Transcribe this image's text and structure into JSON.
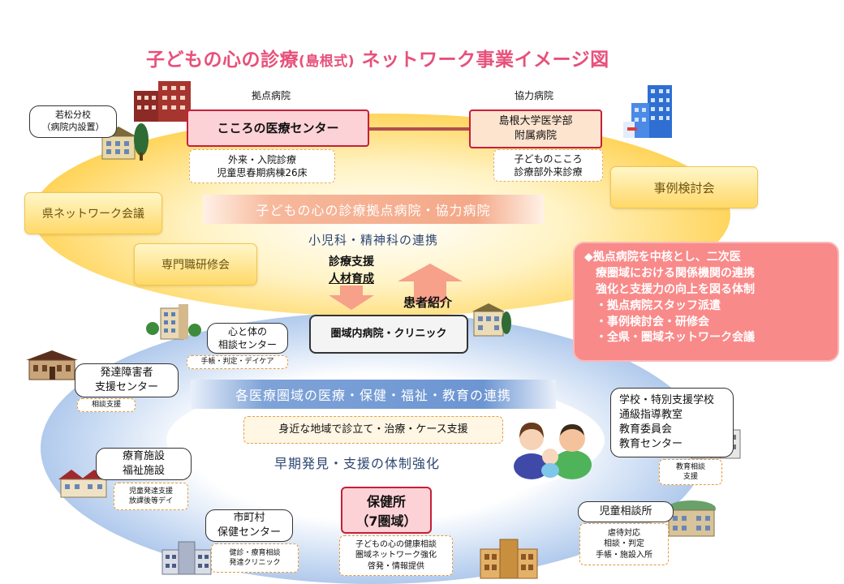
{
  "title": {
    "main": "子どもの心の診療",
    "paren": "(島根式)",
    "rest": " ネットワーク事業イメージ図"
  },
  "hospitals": {
    "base_label": "拠点病院",
    "base_name": "こころの医療センター",
    "base_services": [
      "外来・入院診療",
      "児童思春期病棟26床"
    ],
    "coop_label": "協力病院",
    "coop_name": [
      "島根大学医学部",
      "附属病院"
    ],
    "coop_services": [
      "子どものこころ",
      "診療部外来診療"
    ],
    "branch": [
      "若松分校",
      "（病院内設置）"
    ]
  },
  "meetings": {
    "pref_network": "県ネットワーク会議",
    "training": "専門職研修会",
    "case_review": "事例検討会"
  },
  "upper": {
    "banner": "子どもの心の診療拠点病院・協力病院",
    "cooperation": "小児科・精神科の連携",
    "support_line1": "診療支援",
    "support_line2": "人材育成",
    "referral": "患者紹介",
    "clinic": "圏域内病院・クリニック"
  },
  "panel": {
    "lines": [
      "◆拠点病院を中核とし、二次医",
      "　療圏域における関係機関の連携",
      "　強化と支援力の向上を図る体制",
      "　・拠点病院スタッフ派遣",
      "　・事例検討会・研修会",
      "　・全県・圏域ネットワーク会議"
    ]
  },
  "lower": {
    "banner": "各医療圏域の医療・保健・福祉・教育の連携",
    "local": "身近な地域で診立て・治療・ケース支援",
    "early": "早期発見・支援の体制強化"
  },
  "agencies": {
    "mind_body": {
      "name": [
        "心と体の",
        "相談センター"
      ],
      "service": "手帳・判定・デイケア"
    },
    "dev_support": {
      "name": [
        "発達障害者",
        "支援センター"
      ],
      "service": "相談支援"
    },
    "rehab": {
      "name": [
        "療育施設",
        "福祉施設"
      ],
      "service": [
        "児童発達支援",
        "放課後等デイ"
      ]
    },
    "municipal": {
      "name": [
        "市町村",
        "保健センター"
      ],
      "service": [
        "健診・療育相談",
        "発達クリニック"
      ]
    },
    "health_center": {
      "name": [
        "保健所",
        "（7圏域）"
      ],
      "service": [
        "子どもの心の健康相談",
        "圏域ネットワーク強化",
        "啓発・情報提供"
      ]
    },
    "child_guidance": {
      "name": "児童相談所",
      "service": [
        "虐待対応",
        "相談・判定",
        "手帳・施設入所"
      ]
    },
    "school": {
      "name": [
        "学校・特別支援学校",
        "通級指導教室",
        "教育委員会",
        "教育センター"
      ],
      "service": [
        "教育相談",
        "支援"
      ]
    }
  },
  "colors": {
    "title": "#e8507a",
    "yellow": "#ffd45a",
    "blue": "#6f9ad9",
    "pink_panel": "#f98a8a",
    "arrow_orange": "#f7a08a",
    "arrow_red": "#f45a5a"
  }
}
